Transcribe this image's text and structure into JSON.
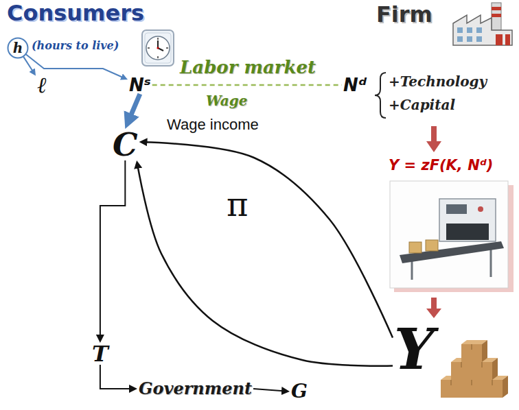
{
  "diagram": {
    "nodes": [
      {
        "text": [
          "h"
        ]
      },
      {
        "text": [
          "ℓ"
        ]
      },
      {
        "text": [
          "Nˢ"
        ]
      },
      {
        "text": [
          "Nᵈ"
        ]
      },
      {
        "text": [
          "C"
        ]
      },
      {
        "text": [
          "Y"
        ]
      },
      {
        "text": [
          "T"
        ]
      },
      {
        "text": [
          "Government"
        ]
      },
      {
        "text": [
          "G"
        ]
      }
    ],
    "edges": [
      {
        "from": 0,
        "to": 1,
        "arrow": "to"
      },
      {
        "from": 0,
        "to": 2,
        "arrow": "to"
      },
      {
        "from": 2,
        "to": 3,
        "label": "Wage",
        "arrow": "none"
      },
      {
        "from": 2,
        "to": 4,
        "arrow": "to"
      },
      {
        "from": 5,
        "to": 4,
        "label": "Wage income",
        "arrow": "to"
      },
      {
        "from": 5,
        "to": 4,
        "label": "π",
        "arrow": "to"
      },
      {
        "from": 4,
        "to": 6,
        "arrow": "to"
      },
      {
        "from": 6,
        "to": 7,
        "arrow": "to"
      },
      {
        "from": 7,
        "to": 8,
        "arrow": "to"
      }
    ],
    "labels": [
      "Consumers",
      "(hours to live)",
      "Labor market",
      "Firm",
      "+Technology",
      "+Capital",
      "Y = zF(K, Nᵈ)"
    ]
  }
}
